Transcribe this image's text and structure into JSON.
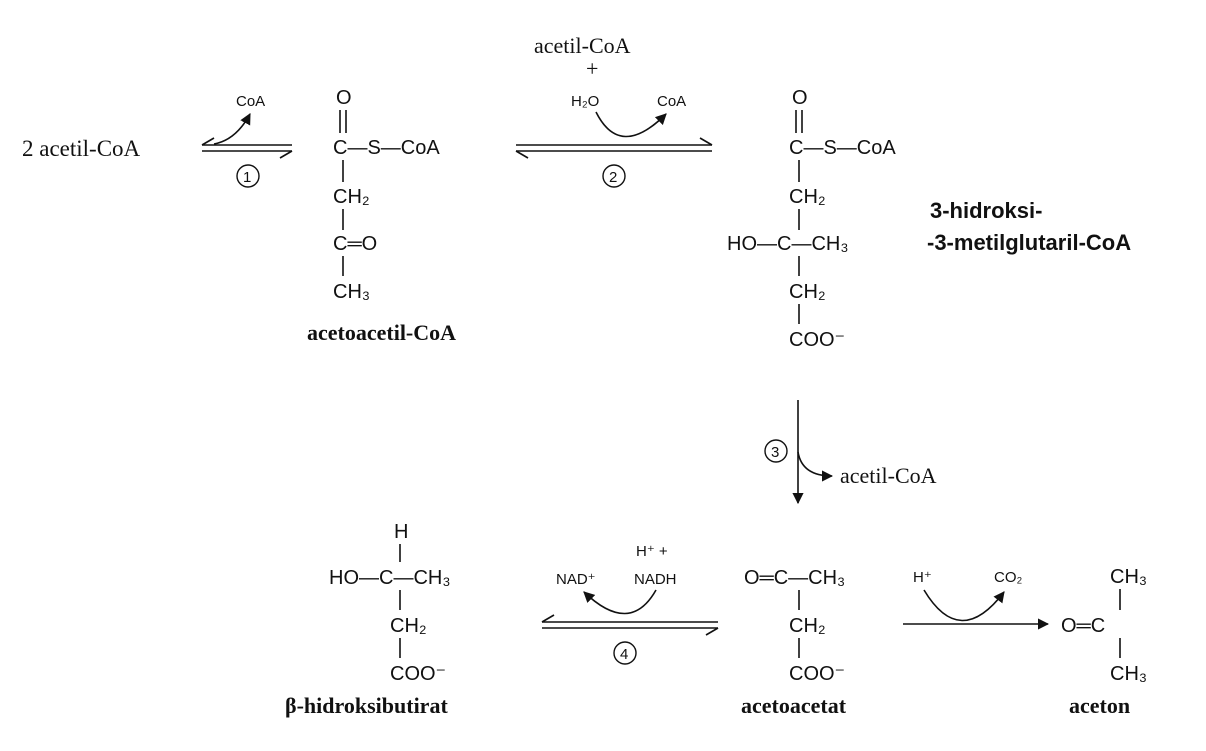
{
  "reactants": {
    "start": "2 acetil-CoA",
    "coa_1": "CoA",
    "acetil_coa_2": "acetil-CoA",
    "plus_2": "+",
    "h2o_2": "H₂O",
    "coa_2": "CoA",
    "acetil_coa_3": "acetil-CoA",
    "nad": "NAD⁺",
    "h_plus": "H⁺ +",
    "nadh": "NADH",
    "h_plus_5": "H⁺",
    "co2": "CO₂"
  },
  "steps": [
    "1",
    "2",
    "3",
    "4"
  ],
  "molecules": {
    "acetoacetil": {
      "name": "acetoacetil-CoA",
      "o_top": "O",
      "row1": "C—S—CoA",
      "ch2": "CH₂",
      "c_o": "C═O",
      "ch3": "CH₃"
    },
    "hmg": {
      "name_line1": "3-hidroksi-",
      "name_line2": "-3-metilglutaril-CoA",
      "o_top": "O",
      "row1": "C—S—CoA",
      "ch2_a": "CH₂",
      "row3": "HO—C—CH₃",
      "ch2_b": "CH₂",
      "coo": "COO⁻"
    },
    "acetoacetat": {
      "name": "acetoacetat",
      "row1": "O═C—CH₃",
      "ch2": "CH₂",
      "coo": "COO⁻"
    },
    "hidroksibutirat": {
      "name": "β-hidroksibutirat",
      "h": "H",
      "row1": "HO—C—CH₃",
      "ch2": "CH₂",
      "coo": "COO⁻"
    },
    "aceton": {
      "name": "aceton",
      "ch3_top": "CH₃",
      "row1": "O═C",
      "ch3_bot": "CH₃"
    }
  }
}
